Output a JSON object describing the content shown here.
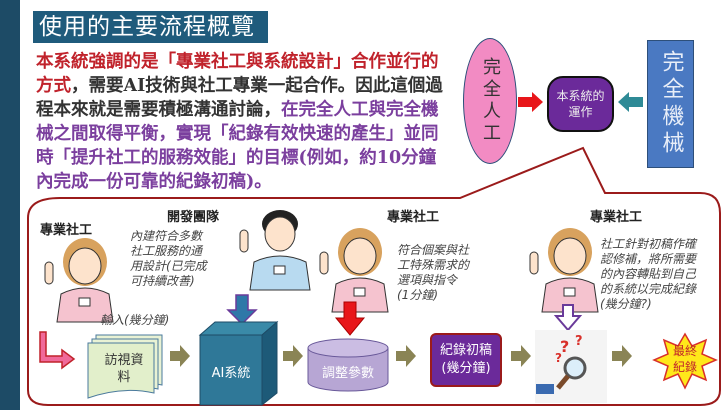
{
  "title": "使用的主要流程概覽",
  "intro": {
    "p1_red": "本系統強調的是「專業社工與系統設計」合作並行的方式",
    "p2_dark": "，需要AI技術與社工專業一起合作。因此這個過程本來就是需要積極溝通討論，",
    "p3_purple": "在完全人工與完全機械之間取得平衡，實現「紀錄有效快速的產生」並同時「提升社工的服務效能」的目標(例如，約10分鐘內完成一份可靠的紀錄初稿)。"
  },
  "spectrum": {
    "manual": "完全人工",
    "system": "本系統的運作",
    "machine": "完全機械"
  },
  "roles": {
    "social_worker_1": "專業社工",
    "dev_team": "開發團隊",
    "social_worker_2": "專業社工",
    "social_worker_3": "專業社工"
  },
  "notes": {
    "dev": [
      "內建符合多數",
      "社工服務的通",
      "用設計(已完成",
      "可持續改善)"
    ],
    "adjust": [
      "符合個案與社",
      "工特殊需求的",
      "選項與指令",
      "(1分鐘)"
    ],
    "review": [
      "社工針對初稿作確",
      "認修補，將所需要",
      "的內容轉貼到自己",
      "的系統以完成紀錄",
      "(幾分鐘?)"
    ],
    "input": "輸入(幾分鐘)"
  },
  "flow": {
    "visit_data": "訪視資料",
    "ai_system": "AI系統",
    "params": "調整參數",
    "draft": "紀錄初稿",
    "draft_time": "(幾分鐘)",
    "final": "最終紀錄"
  },
  "colors": {
    "sidebar": "#1d4b66",
    "title_bg": "#1f5b7c",
    "red": "#c0222b",
    "purple": "#7b3f9e",
    "arrow": "#8a8455"
  }
}
